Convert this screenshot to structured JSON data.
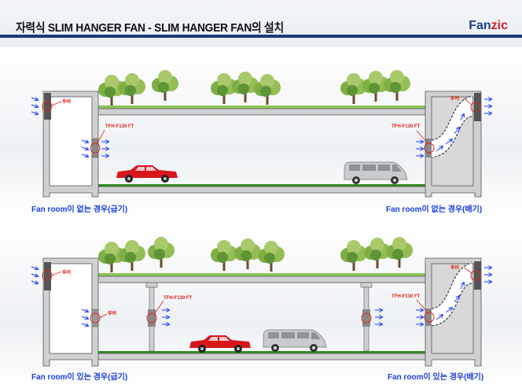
{
  "header": {
    "title": "자력식 SLIM HANGER FAN - SLIM HANGER FAN의 설치",
    "logo": "Fanzic",
    "logo_parts": [
      "Fan",
      "zic"
    ]
  },
  "colors": {
    "rule": "#183a7a",
    "caption": "#1a3fe0",
    "label": "#e0201a",
    "grass": "#2e8b1e",
    "wall": "#cfd0d2"
  },
  "top": {
    "louver_label": "루버",
    "fan_label_left": "TFH-F130 FT",
    "fan_label_right": "TFH-F130 FT",
    "louver_label_right": "루버",
    "caption_left": "Fan room이 없는 경우(급기)",
    "caption_right": "Fan room이 없는 경우(배기)"
  },
  "bottom": {
    "louver_label": "루버",
    "louver_label_2": "루버",
    "fan_label_left": "TFH-F130 FT",
    "fan_label_right": "TFH-F130 FT",
    "louver_label_right": "루버",
    "caption_left": "Fan room이 있는 경우(급기)",
    "caption_right": "Fan room이 있는 경우(배기)"
  }
}
